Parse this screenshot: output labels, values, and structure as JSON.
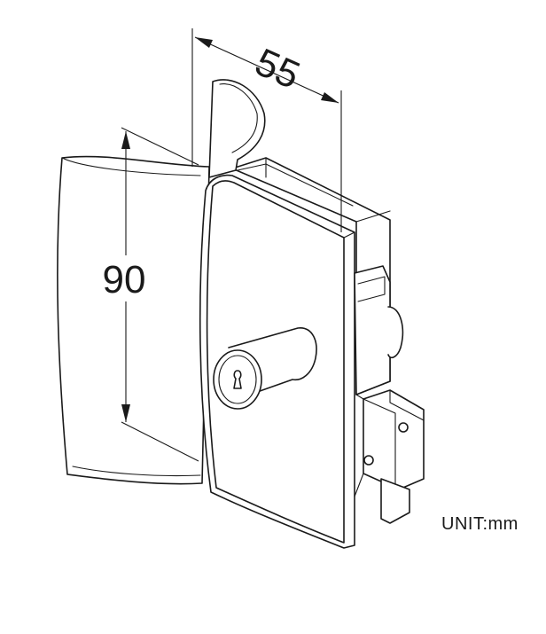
{
  "drawing": {
    "dimension_width": "55",
    "dimension_height": "90",
    "unit_label": "UNIT:mm"
  },
  "colors": {
    "line": "#1a1a1a",
    "background": "#ffffff"
  }
}
